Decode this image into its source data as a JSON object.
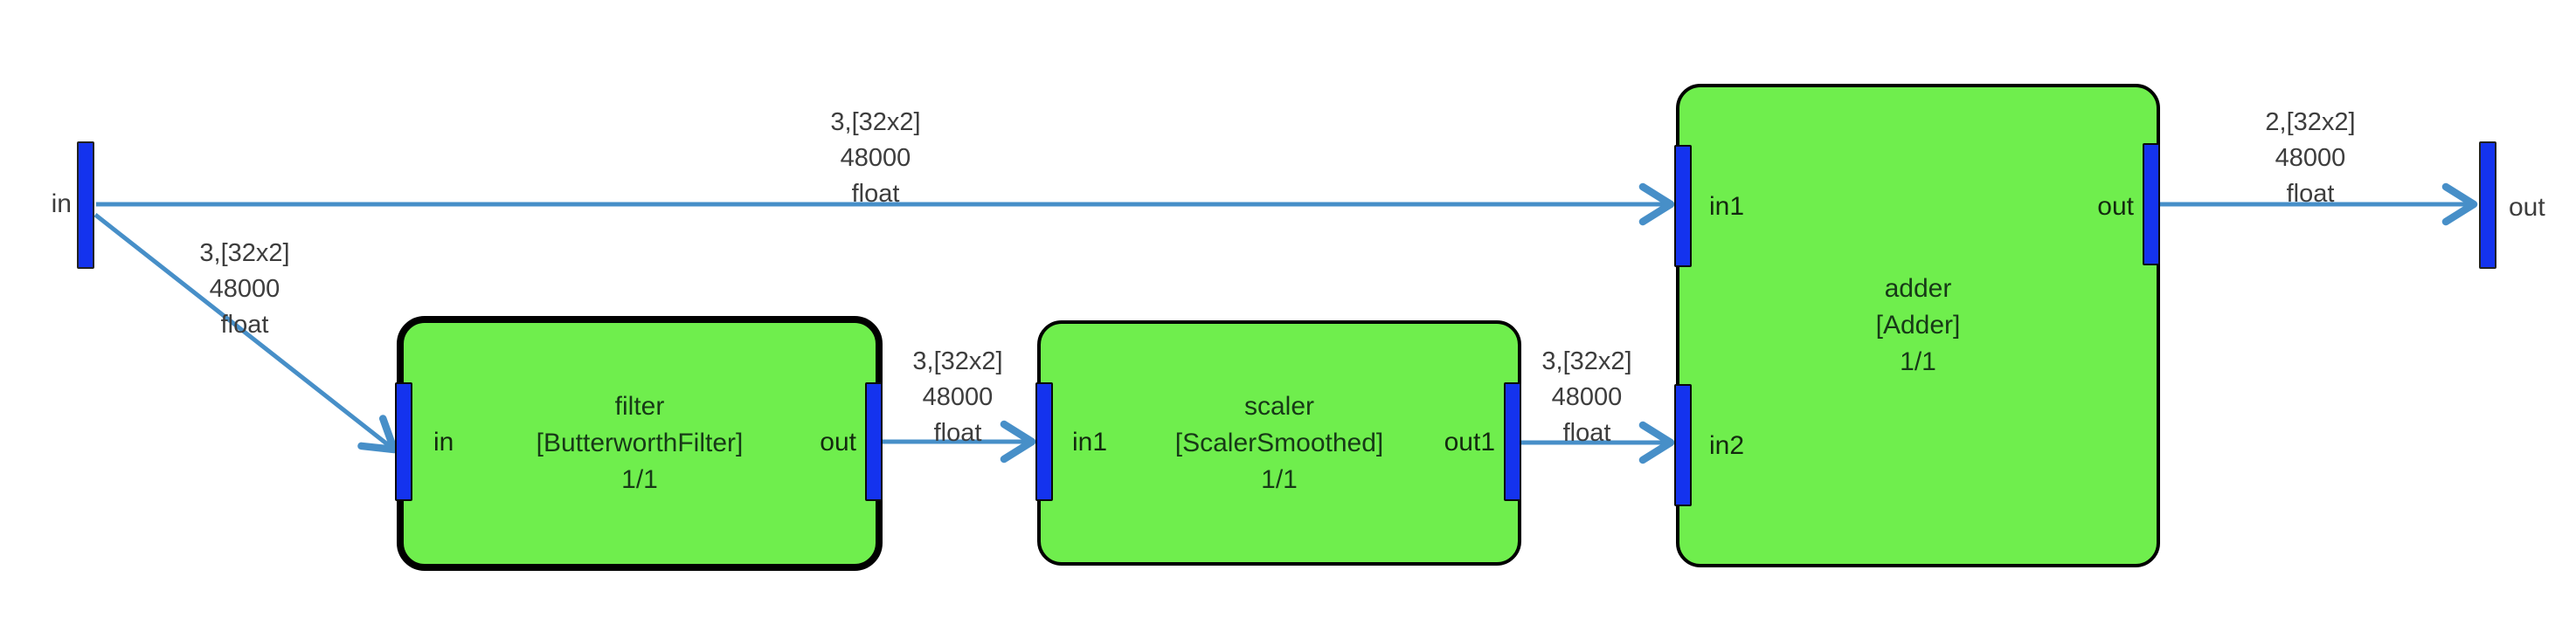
{
  "diagram_type": "signal-flow-graph",
  "colors": {
    "background": "#ffffff",
    "block_fill": "#6fee4d",
    "block_border": "#000000",
    "port_fill": "#1433ee",
    "edge": "#478fc8",
    "label_text": "#3d3d3d",
    "block_text": "#173917"
  },
  "io": {
    "input": {
      "label": "in"
    },
    "output": {
      "label": "out"
    }
  },
  "blocks": {
    "filter": {
      "name": "filter",
      "type": "[ButterworthFilter]",
      "io_ratio": "1/1",
      "selected": true,
      "ports": {
        "in": "in",
        "out": "out"
      }
    },
    "scaler": {
      "name": "scaler",
      "type": "[ScalerSmoothed]",
      "io_ratio": "1/1",
      "selected": false,
      "ports": {
        "in": "in1",
        "out": "out1"
      }
    },
    "adder": {
      "name": "adder",
      "type": "[Adder]",
      "io_ratio": "1/1",
      "selected": false,
      "ports": {
        "in1": "in1",
        "in2": "in2",
        "out": "out"
      }
    }
  },
  "edges": [
    {
      "from": "in",
      "to": "adder.in1",
      "dims": "3,[32x2]",
      "rate": "48000",
      "dtype": "float"
    },
    {
      "from": "in",
      "to": "filter.in",
      "dims": "3,[32x2]",
      "rate": "48000",
      "dtype": "float"
    },
    {
      "from": "filter.out",
      "to": "scaler.in1",
      "dims": "3,[32x2]",
      "rate": "48000",
      "dtype": "float"
    },
    {
      "from": "scaler.out1",
      "to": "adder.in2",
      "dims": "3,[32x2]",
      "rate": "48000",
      "dtype": "float"
    },
    {
      "from": "adder.out",
      "to": "out",
      "dims": "2,[32x2]",
      "rate": "48000",
      "dtype": "float"
    }
  ]
}
